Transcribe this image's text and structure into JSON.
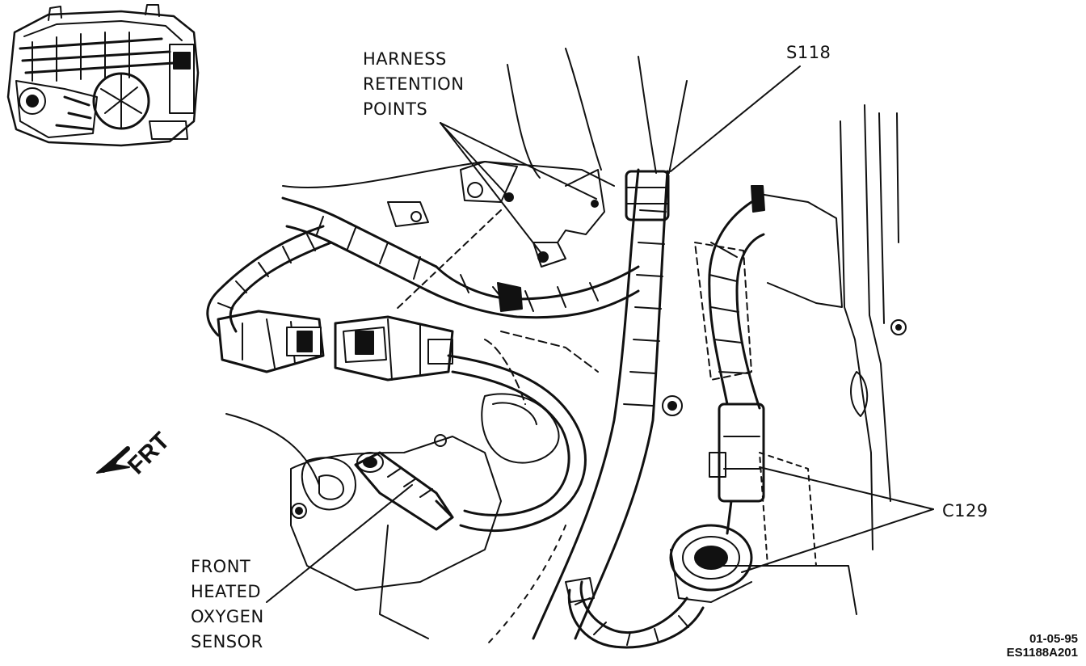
{
  "labels": {
    "harness_retention_points": [
      "HARNESS",
      "RETENTION",
      "POINTS"
    ],
    "splice": "S118",
    "connector": "C129",
    "front_heated_oxygen_sensor": [
      "FRONT",
      "HEATED",
      "OXYGEN",
      "SENSOR"
    ],
    "direction": "FRT"
  },
  "figure_code": {
    "date": "01-05-95",
    "id": "ES1188A201"
  },
  "colors": {
    "ink": "#111111",
    "paper": "#ffffff"
  }
}
